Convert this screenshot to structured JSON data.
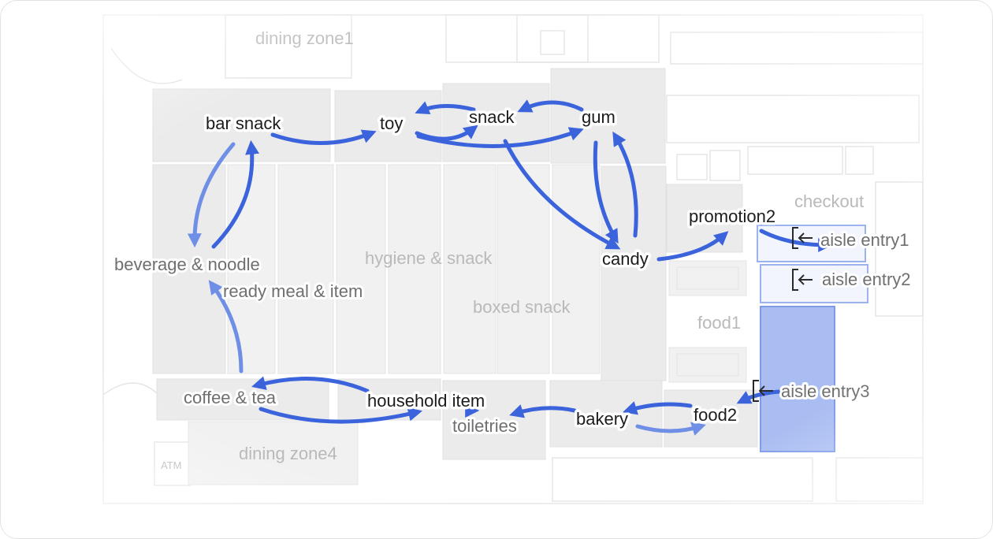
{
  "zones": {
    "dining_zone1": "dining zone1",
    "bar_snack": "bar snack",
    "toy": "toy",
    "snack": "snack",
    "gum": "gum",
    "checkout": "checkout",
    "promotion2": "promotion2",
    "candy": "candy",
    "beverage_noodle": "beverage & noodle",
    "hygiene_snack": "hygiene & snack",
    "ready_meal_item": "ready meal & item",
    "boxed_snack": "boxed snack",
    "food1": "food1",
    "coffee_tea": "coffee & tea",
    "household_item": "household item",
    "toiletries": "toiletries",
    "bakery": "bakery",
    "food2": "food2",
    "dining_zone4": "dining zone4",
    "atm": "ATM"
  },
  "entries": {
    "aisle_entry1": "aisle entry1",
    "aisle_entry2": "aisle entry2",
    "aisle_entry3": "aisle entry3"
  },
  "colors": {
    "route": "#3a63dc",
    "route_soft": "#6f8fe6",
    "entry_highlight": "#a9bdf2"
  },
  "icons": {
    "entry_marker": "enter-arrow-icon"
  }
}
